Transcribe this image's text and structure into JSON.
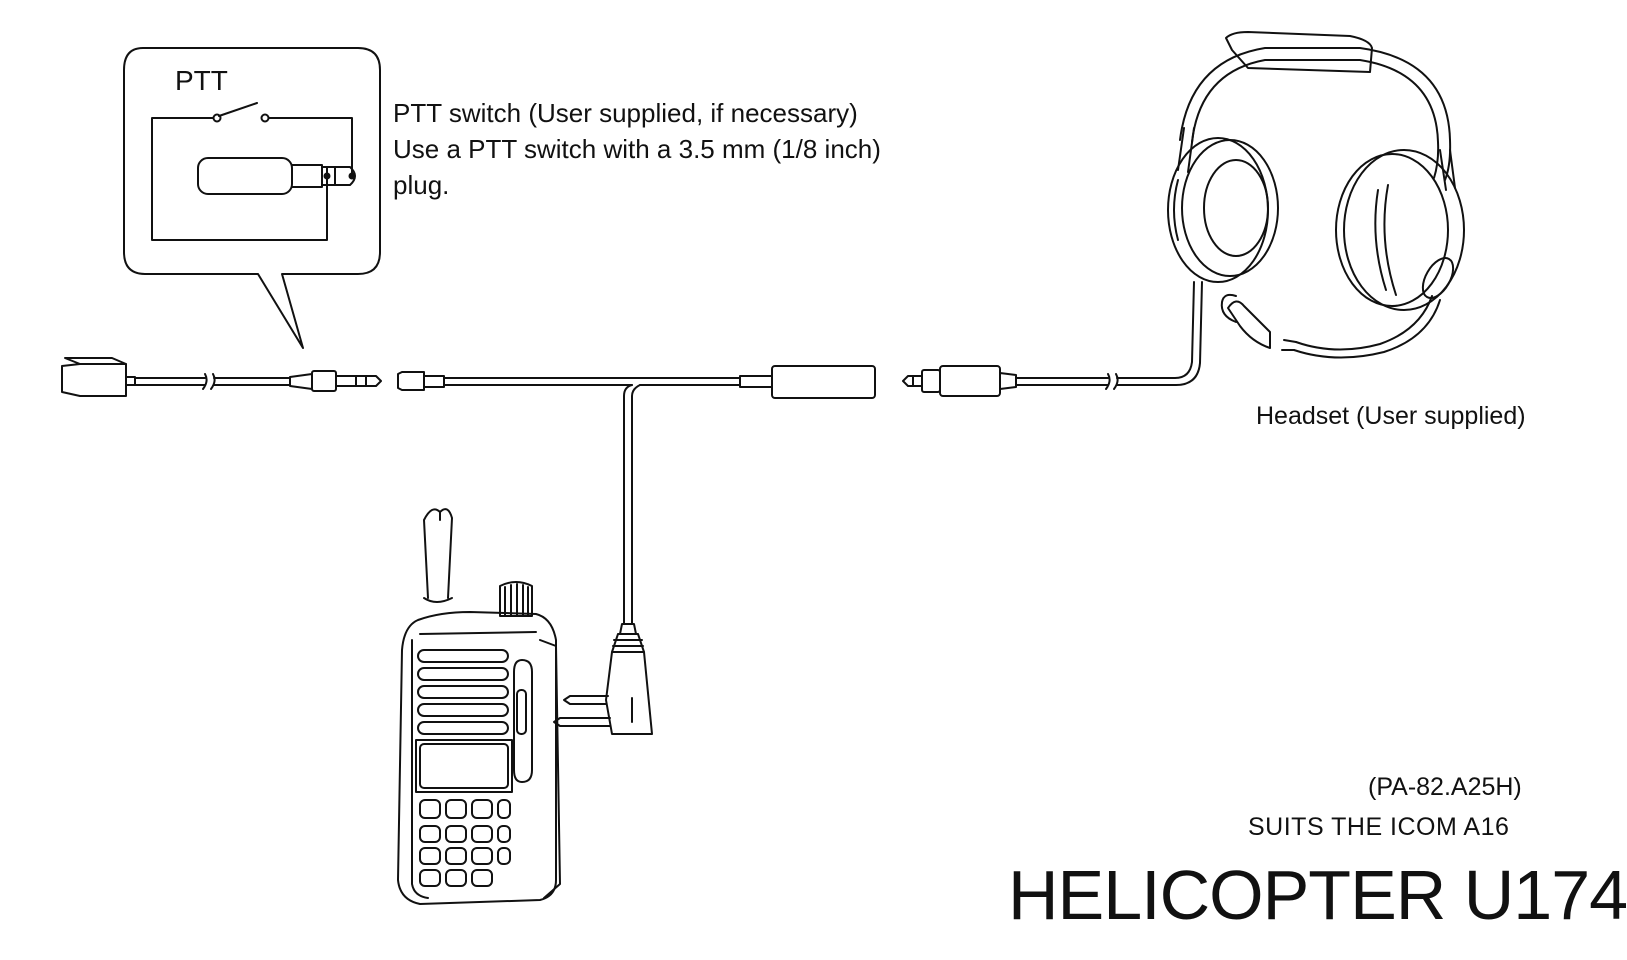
{
  "ptt_inset": {
    "switch_label": "PTT"
  },
  "ptt_description": {
    "line1": "PTT switch (User supplied, if necessary)",
    "line2": "Use a PTT switch with a 3.5 mm (1/8 inch)",
    "line3": "plug."
  },
  "headset": {
    "label": "Headset (User supplied)"
  },
  "product": {
    "model_code": "(PA-82.A25H)",
    "compatibility": "SUITS THE ICOM A16",
    "name": "HELICOPTER U174"
  },
  "colors": {
    "line": "#111111",
    "background": "#ffffff"
  }
}
